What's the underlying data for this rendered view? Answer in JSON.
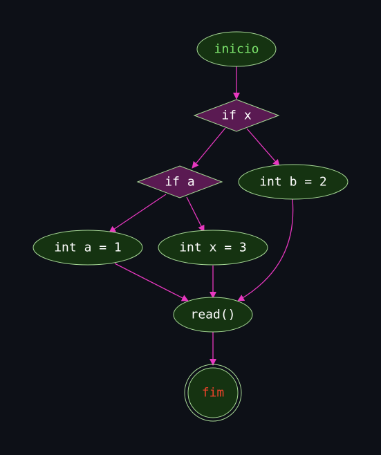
{
  "diagram": {
    "nodes": {
      "inicio": {
        "label": "inicio",
        "shape": "ellipse"
      },
      "if_x": {
        "label": "if x",
        "shape": "diamond"
      },
      "if_a": {
        "label": "if a",
        "shape": "diamond"
      },
      "int_b": {
        "label": "int b = 2",
        "shape": "ellipse"
      },
      "int_a": {
        "label": "int a = 1",
        "shape": "ellipse"
      },
      "int_x": {
        "label": "int x = 3",
        "shape": "ellipse"
      },
      "read": {
        "label": "read()",
        "shape": "ellipse"
      },
      "fim": {
        "label": "fim",
        "shape": "double-circle"
      }
    },
    "edges": [
      {
        "from": "inicio",
        "to": "if_x"
      },
      {
        "from": "if_x",
        "to": "if_a"
      },
      {
        "from": "if_x",
        "to": "int_b"
      },
      {
        "from": "if_a",
        "to": "int_a"
      },
      {
        "from": "if_a",
        "to": "int_x"
      },
      {
        "from": "int_a",
        "to": "read"
      },
      {
        "from": "int_x",
        "to": "read"
      },
      {
        "from": "int_b",
        "to": "read"
      },
      {
        "from": "read",
        "to": "fim"
      }
    ]
  },
  "colors": {
    "background": "#0d1017",
    "ellipse_fill": "#153311",
    "diamond_fill": "#5a1a52",
    "node_stroke": "#a7d996",
    "edge": "#e838c0",
    "label_default": "#ffffff",
    "label_start": "#7ee86e",
    "label_end": "#e8432a"
  }
}
